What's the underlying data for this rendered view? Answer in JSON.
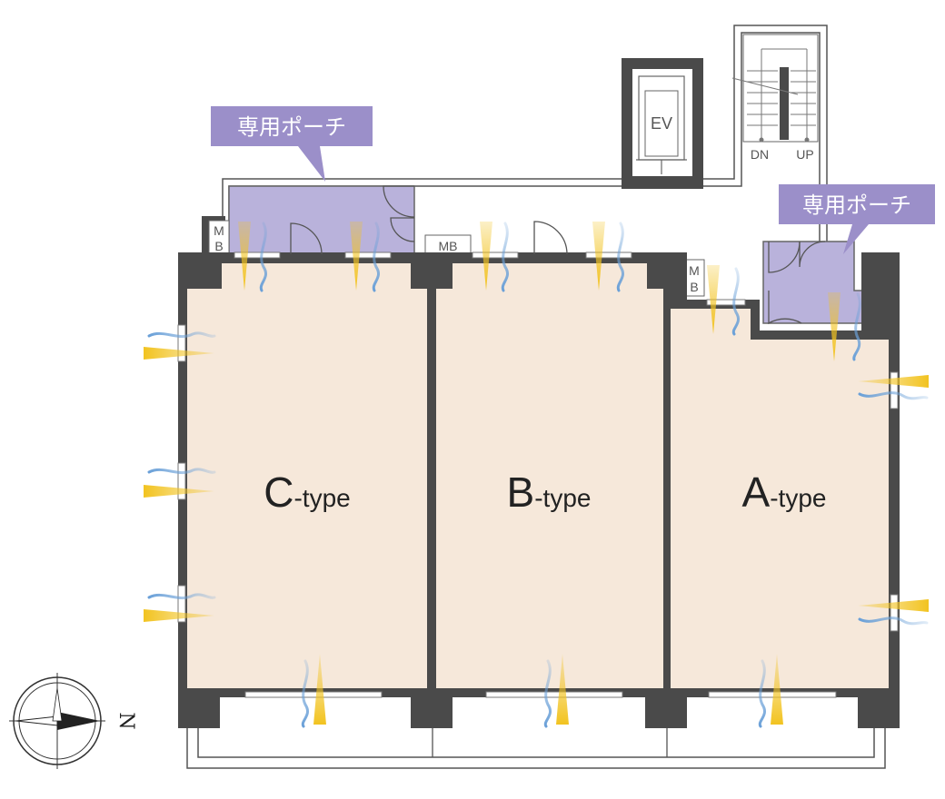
{
  "units": [
    {
      "id": "C",
      "letter": "C",
      "suffix": "-type"
    },
    {
      "id": "B",
      "letter": "B",
      "suffix": "-type"
    },
    {
      "id": "A",
      "letter": "A",
      "suffix": "-type"
    }
  ],
  "porch_label": "専用ポーチ",
  "elevator_label": "EV",
  "meter_box_label": "MB",
  "meter_box_stacked": {
    "line1": "M",
    "line2": "B"
  },
  "stairs": {
    "down_label": "DN",
    "up_label": "UP"
  },
  "compass": {
    "north_label": "N"
  },
  "colors": {
    "room_fill": "#f6e8da",
    "wall": "#4a4a4a",
    "porch_fill": "#b9b2db",
    "callout": "#9b8fc9",
    "sun": "#f2c320",
    "wind": "#6aa0d8"
  }
}
